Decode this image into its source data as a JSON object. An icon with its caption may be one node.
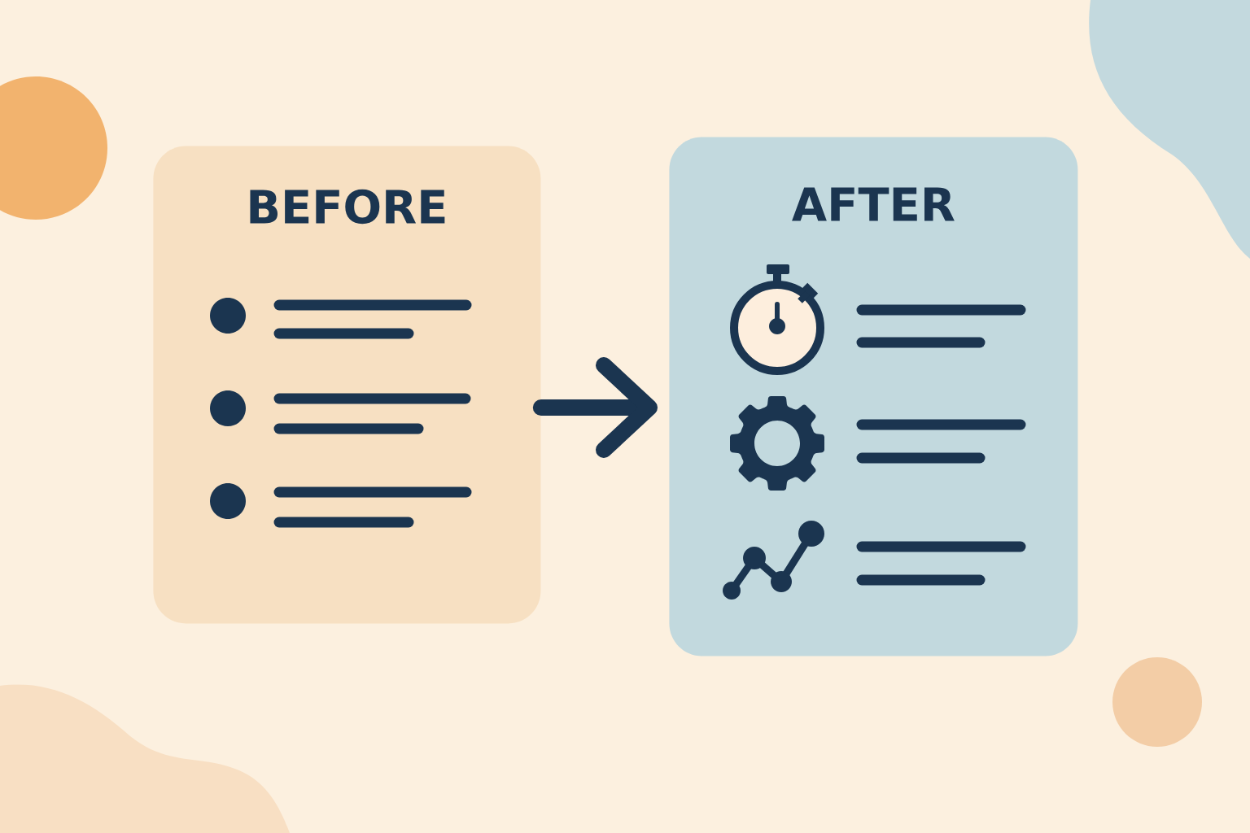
{
  "diagram": {
    "nodes": [
      {
        "text": [
          "BEFORE"
        ]
      },
      {
        "text": [
          "AFTER"
        ]
      }
    ],
    "edges": [
      {
        "from": 0,
        "to": 1,
        "arrow": "to"
      }
    ]
  }
}
